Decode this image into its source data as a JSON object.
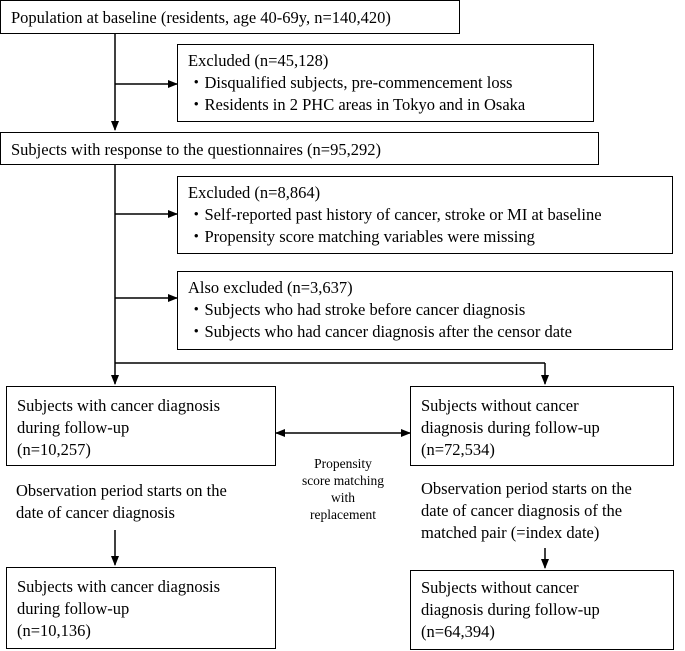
{
  "baseline": {
    "text": "Population at baseline (residents, age 40-69y, n=140,420)"
  },
  "excluded1": {
    "title": "Excluded (n=45,128)",
    "items": [
      "・Disqualified subjects, pre-commencement loss",
      "・Residents in 2 PHC areas in Tokyo and in Osaka"
    ]
  },
  "responders": {
    "text": "Subjects with response to the questionnaires (n=95,292)"
  },
  "excluded2": {
    "title": "Excluded (n=8,864)",
    "items": [
      "・Self-reported past history of cancer, stroke or MI at baseline",
      "・Propensity score matching variables were missing"
    ]
  },
  "excluded3": {
    "title": "Also excluded (n=3,637)",
    "items": [
      "・Subjects who had stroke before cancer diagnosis",
      "・Subjects who had cancer diagnosis after the censor date"
    ]
  },
  "left_group": {
    "lines": [
      "Subjects with cancer diagnosis",
      "during follow-up",
      "(n=10,257)"
    ],
    "observation": [
      "Observation period starts on the",
      "date of cancer diagnosis"
    ],
    "final": [
      "Subjects with cancer diagnosis",
      "during follow-up",
      "(n=10,136)"
    ]
  },
  "right_group": {
    "lines": [
      "Subjects without cancer",
      "diagnosis during follow-up",
      "(n=72,534)"
    ],
    "observation": [
      "Observation period starts on the",
      "date of cancer diagnosis of the",
      "matched pair (=index date)"
    ],
    "final": [
      "Subjects without cancer",
      "diagnosis during follow-up",
      "(n=64,394)"
    ]
  },
  "matching": {
    "lines": [
      "Propensity",
      "score matching",
      "with",
      "replacement"
    ]
  }
}
